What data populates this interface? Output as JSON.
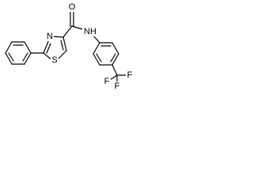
{
  "structure": {
    "atoms": {
      "oxygen": "O",
      "amide_nitrogen": "NH",
      "ring_nitrogen": "N",
      "sulfur": "S",
      "fluorine_1": "F",
      "fluorine_2": "F",
      "fluorine_3": "F"
    },
    "colors": {
      "bond": "#000000",
      "label": "#000000",
      "background": "#ffffff"
    }
  }
}
